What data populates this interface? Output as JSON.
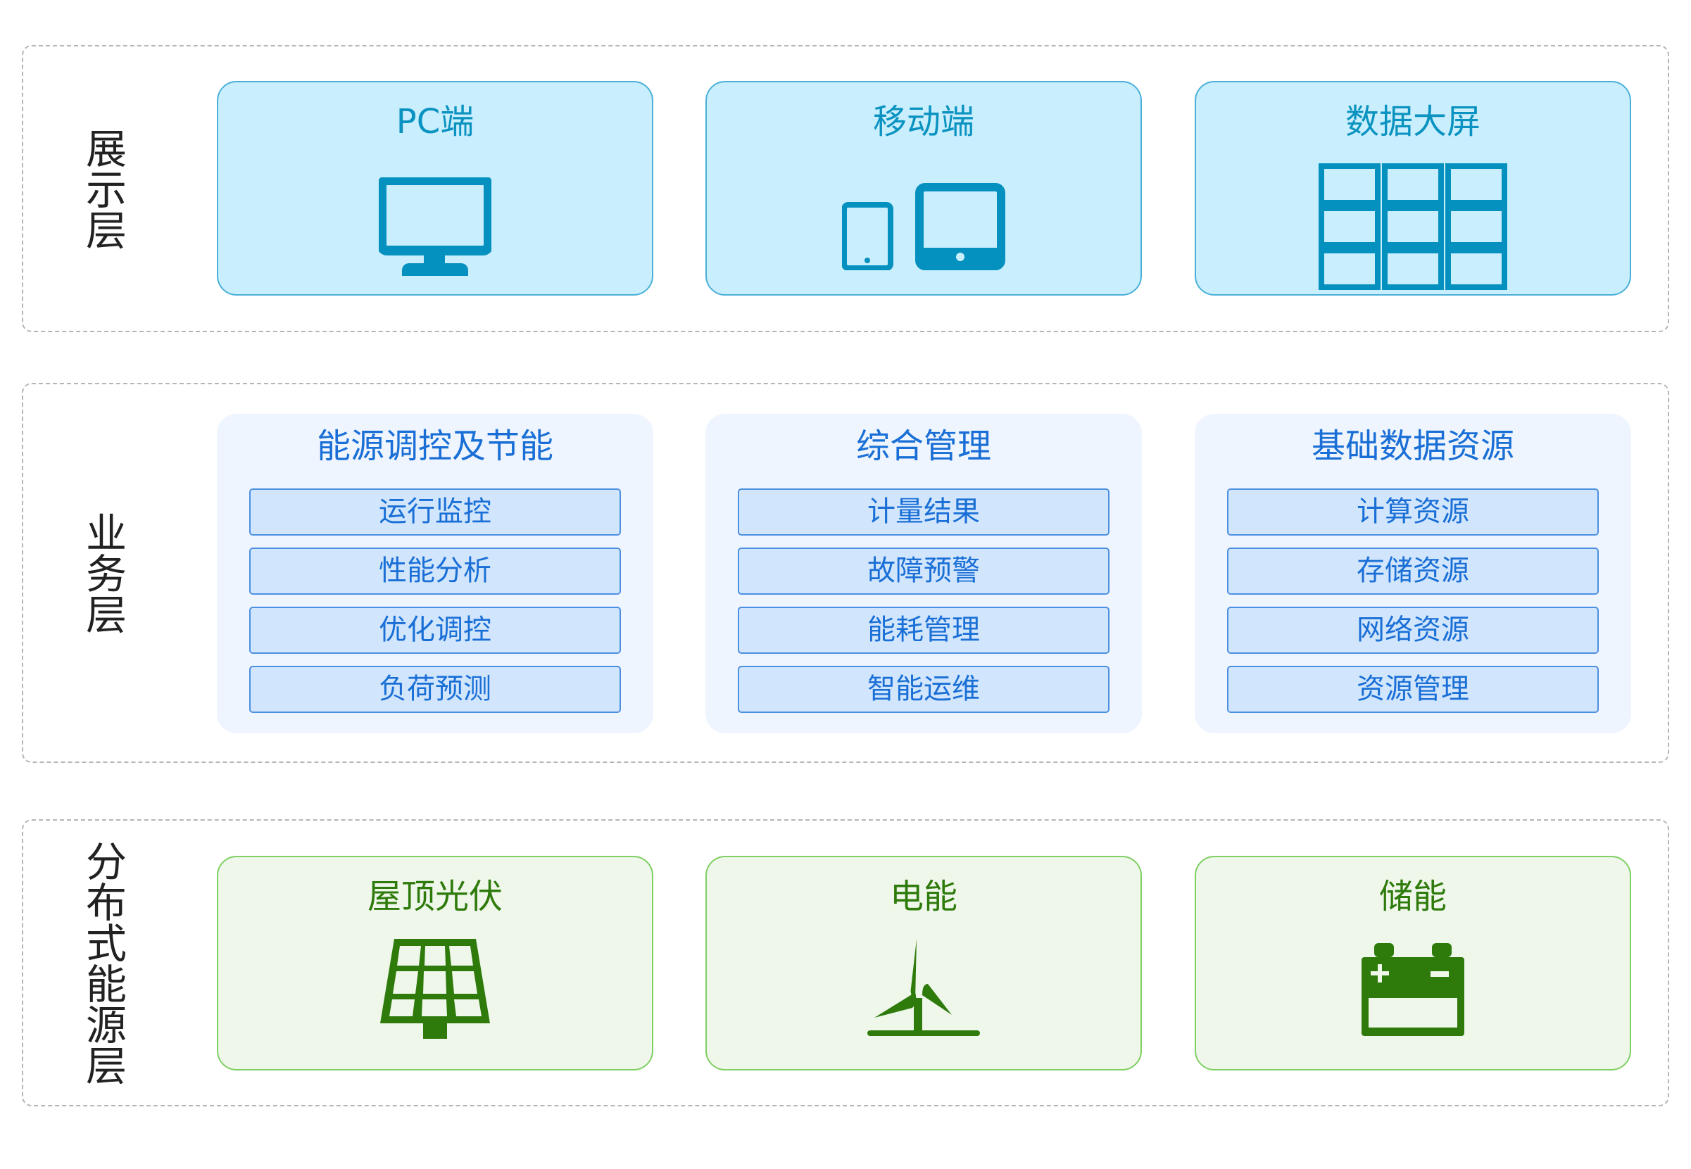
{
  "layers": [
    {
      "label": "展示层",
      "cards": [
        {
          "title": "PC端",
          "icon": "monitor-icon"
        },
        {
          "title": "移动端",
          "icon": "mobile-tablet-icon"
        },
        {
          "title": "数据大屏",
          "icon": "video-wall-icon"
        }
      ]
    },
    {
      "label": "业务层",
      "cards": [
        {
          "title": "能源调控及节能",
          "items": [
            "运行监控",
            "性能分析",
            "优化调控",
            "负荷预测"
          ]
        },
        {
          "title": "综合管理",
          "items": [
            "计量结果",
            "故障预警",
            "能耗管理",
            "智能运维"
          ]
        },
        {
          "title": "基础数据资源",
          "items": [
            "计算资源",
            "存储资源",
            "网络资源",
            "资源管理"
          ]
        }
      ]
    },
    {
      "label": "分布式能源层",
      "cards": [
        {
          "title": "屋顶光伏",
          "icon": "solar-panel-icon"
        },
        {
          "title": "电能",
          "icon": "wind-turbine-icon"
        },
        {
          "title": "储能",
          "icon": "battery-icon"
        }
      ]
    }
  ],
  "colors": {
    "blue_icon": "#0591bf",
    "business_text": "#1a6fd6",
    "green_icon": "#2e7b0c"
  }
}
